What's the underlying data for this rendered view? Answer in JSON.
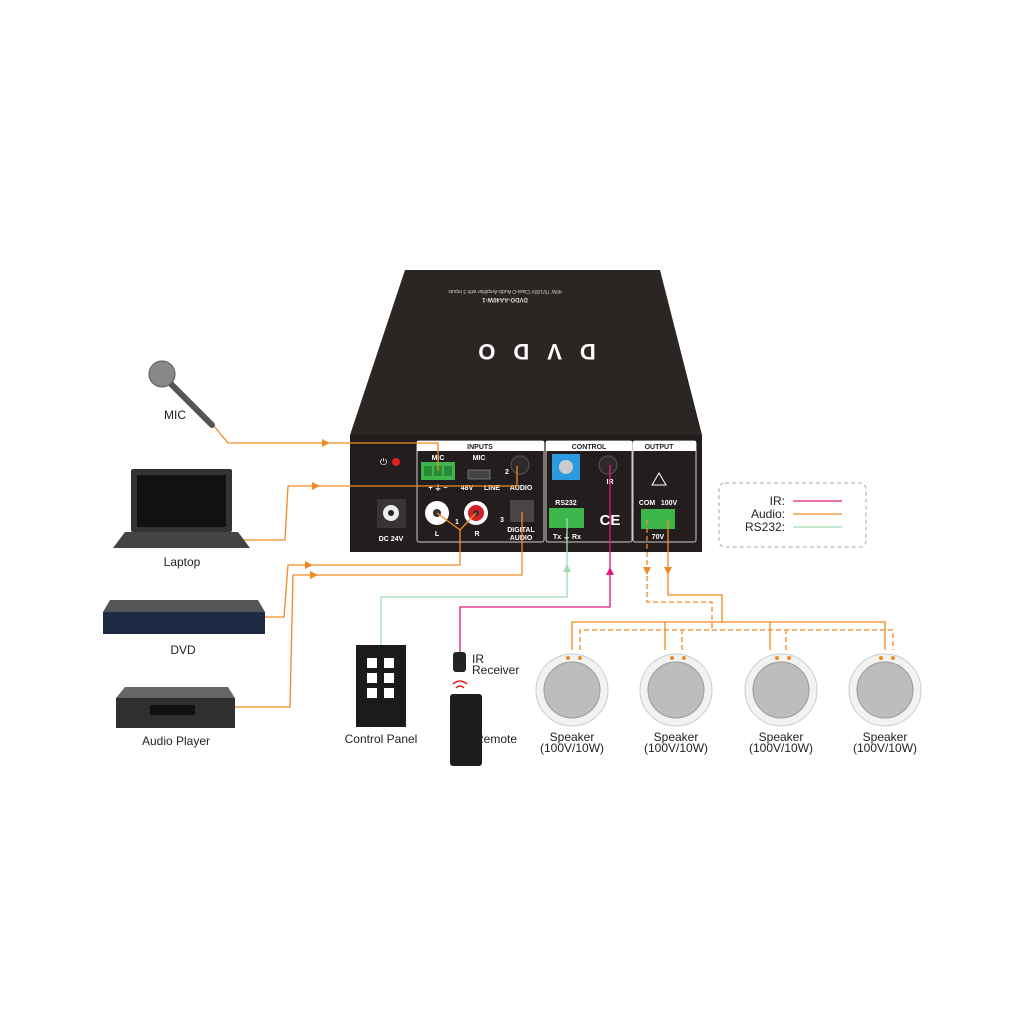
{
  "device": {
    "brand": "DVDO",
    "model": "DVDO-AA40W-1",
    "description": "40W 70/100V Class-D Audio Amplifier with 3 Inputs",
    "panel": {
      "inputs_header": "INPUTS",
      "control_header": "CONTROL",
      "output_header": "OUTPUT",
      "mic": "MIC",
      "mic_pins": "+ ⏚ −",
      "switch_mic": "MIC",
      "switch_48v": "48V",
      "switch_line": "LINE",
      "input2_num": "2",
      "audio": "AUDIO",
      "rca_l": "L",
      "rca_r": "R",
      "input1_num": "1",
      "input3_num": "3",
      "digital": "DIGITAL",
      "digital2": "AUDIO",
      "dc": "DC 24V",
      "rs232": "RS232",
      "rs232_pins": "Tx ⏚ Rx",
      "ir": "IR",
      "ce": "CE",
      "com": "COM",
      "v100": "100V",
      "v70": "70V"
    }
  },
  "sources": {
    "mic": "MIC",
    "laptop": "Laptop",
    "dvd": "DVD",
    "audio_player": "Audio Player"
  },
  "control": {
    "control_panel": "Control Panel",
    "ir_receiver_1": "IR",
    "ir_receiver_2": "Receiver",
    "remote": "Remote"
  },
  "speakers": [
    {
      "label": "Speaker",
      "spec": "(100V/10W)"
    },
    {
      "label": "Speaker",
      "spec": "(100V/10W)"
    },
    {
      "label": "Speaker",
      "spec": "(100V/10W)"
    },
    {
      "label": "Speaker",
      "spec": "(100V/10W)"
    }
  ],
  "legend": {
    "items": [
      {
        "label": "IR:",
        "color": "#e0197d"
      },
      {
        "label": "Audio:",
        "color": "#f08a24"
      },
      {
        "label": "RS232:",
        "color": "#a3d9b5"
      }
    ]
  },
  "colors": {
    "audio": "#f08a24",
    "ir": "#e0197d",
    "rs232": "#a3d9b5",
    "chassis": "#2a2422"
  }
}
